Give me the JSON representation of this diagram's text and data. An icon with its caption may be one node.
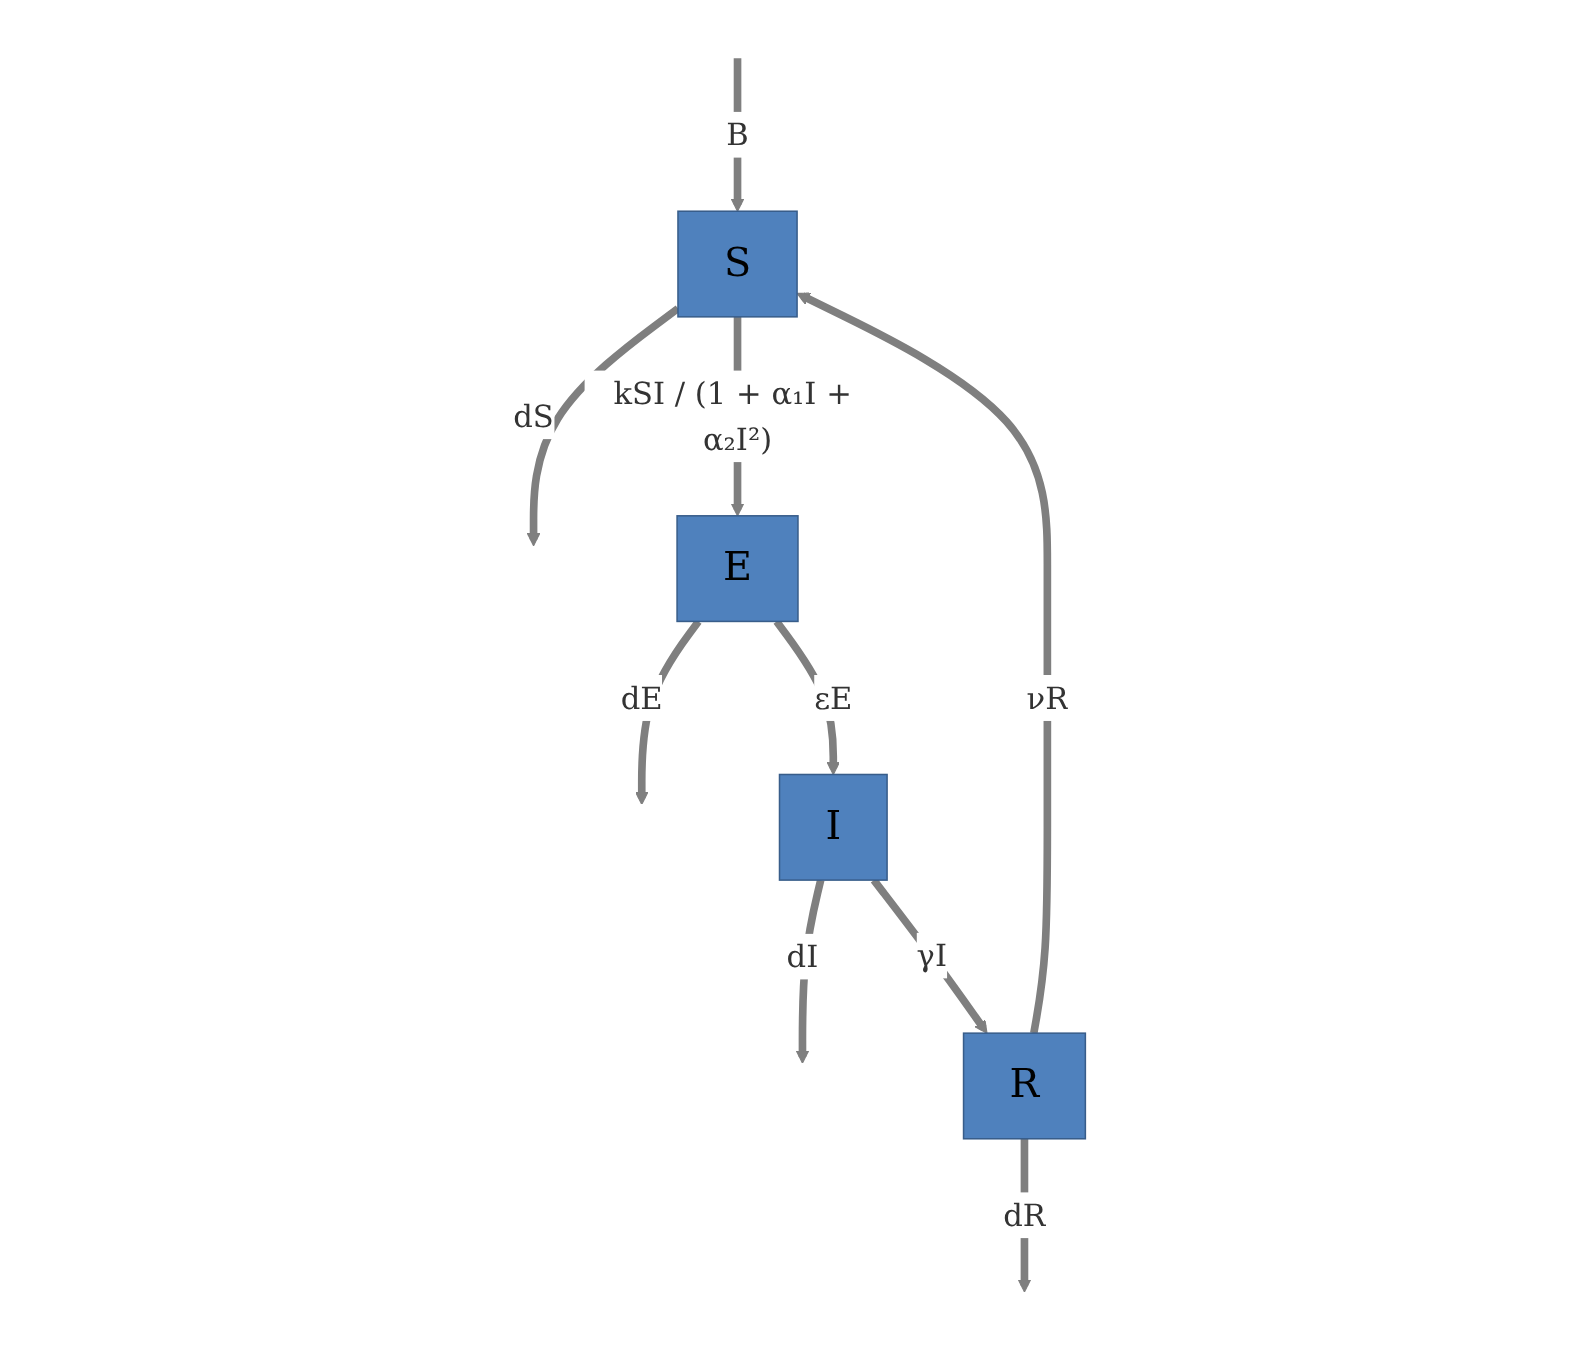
{
  "diagram": {
    "nodes": [
      {
        "text": [
          "S"
        ]
      },
      {
        "text": [
          "E"
        ]
      },
      {
        "text": [
          "I"
        ]
      },
      {
        "text": [
          "R"
        ]
      }
    ],
    "edges": [
      {
        "from": null,
        "to": 0,
        "arrow": "to",
        "label": "B"
      },
      {
        "from": 0,
        "to": null,
        "arrow": "to",
        "label": "dS"
      },
      {
        "from": 0,
        "to": 1,
        "arrow": "to",
        "label": "kSI / (1 + α₁I + α₂I²)"
      },
      {
        "from": 1,
        "to": null,
        "arrow": "to",
        "label": "dE"
      },
      {
        "from": 1,
        "to": 2,
        "arrow": "to",
        "label": "εE"
      },
      {
        "from": 2,
        "to": null,
        "arrow": "to",
        "label": "dI"
      },
      {
        "from": 2,
        "to": 3,
        "arrow": "to",
        "label": "γI"
      },
      {
        "from": 3,
        "to": null,
        "arrow": "to",
        "label": "dR"
      },
      {
        "from": 3,
        "to": 0,
        "arrow": "to",
        "label": "νR"
      }
    ]
  }
}
